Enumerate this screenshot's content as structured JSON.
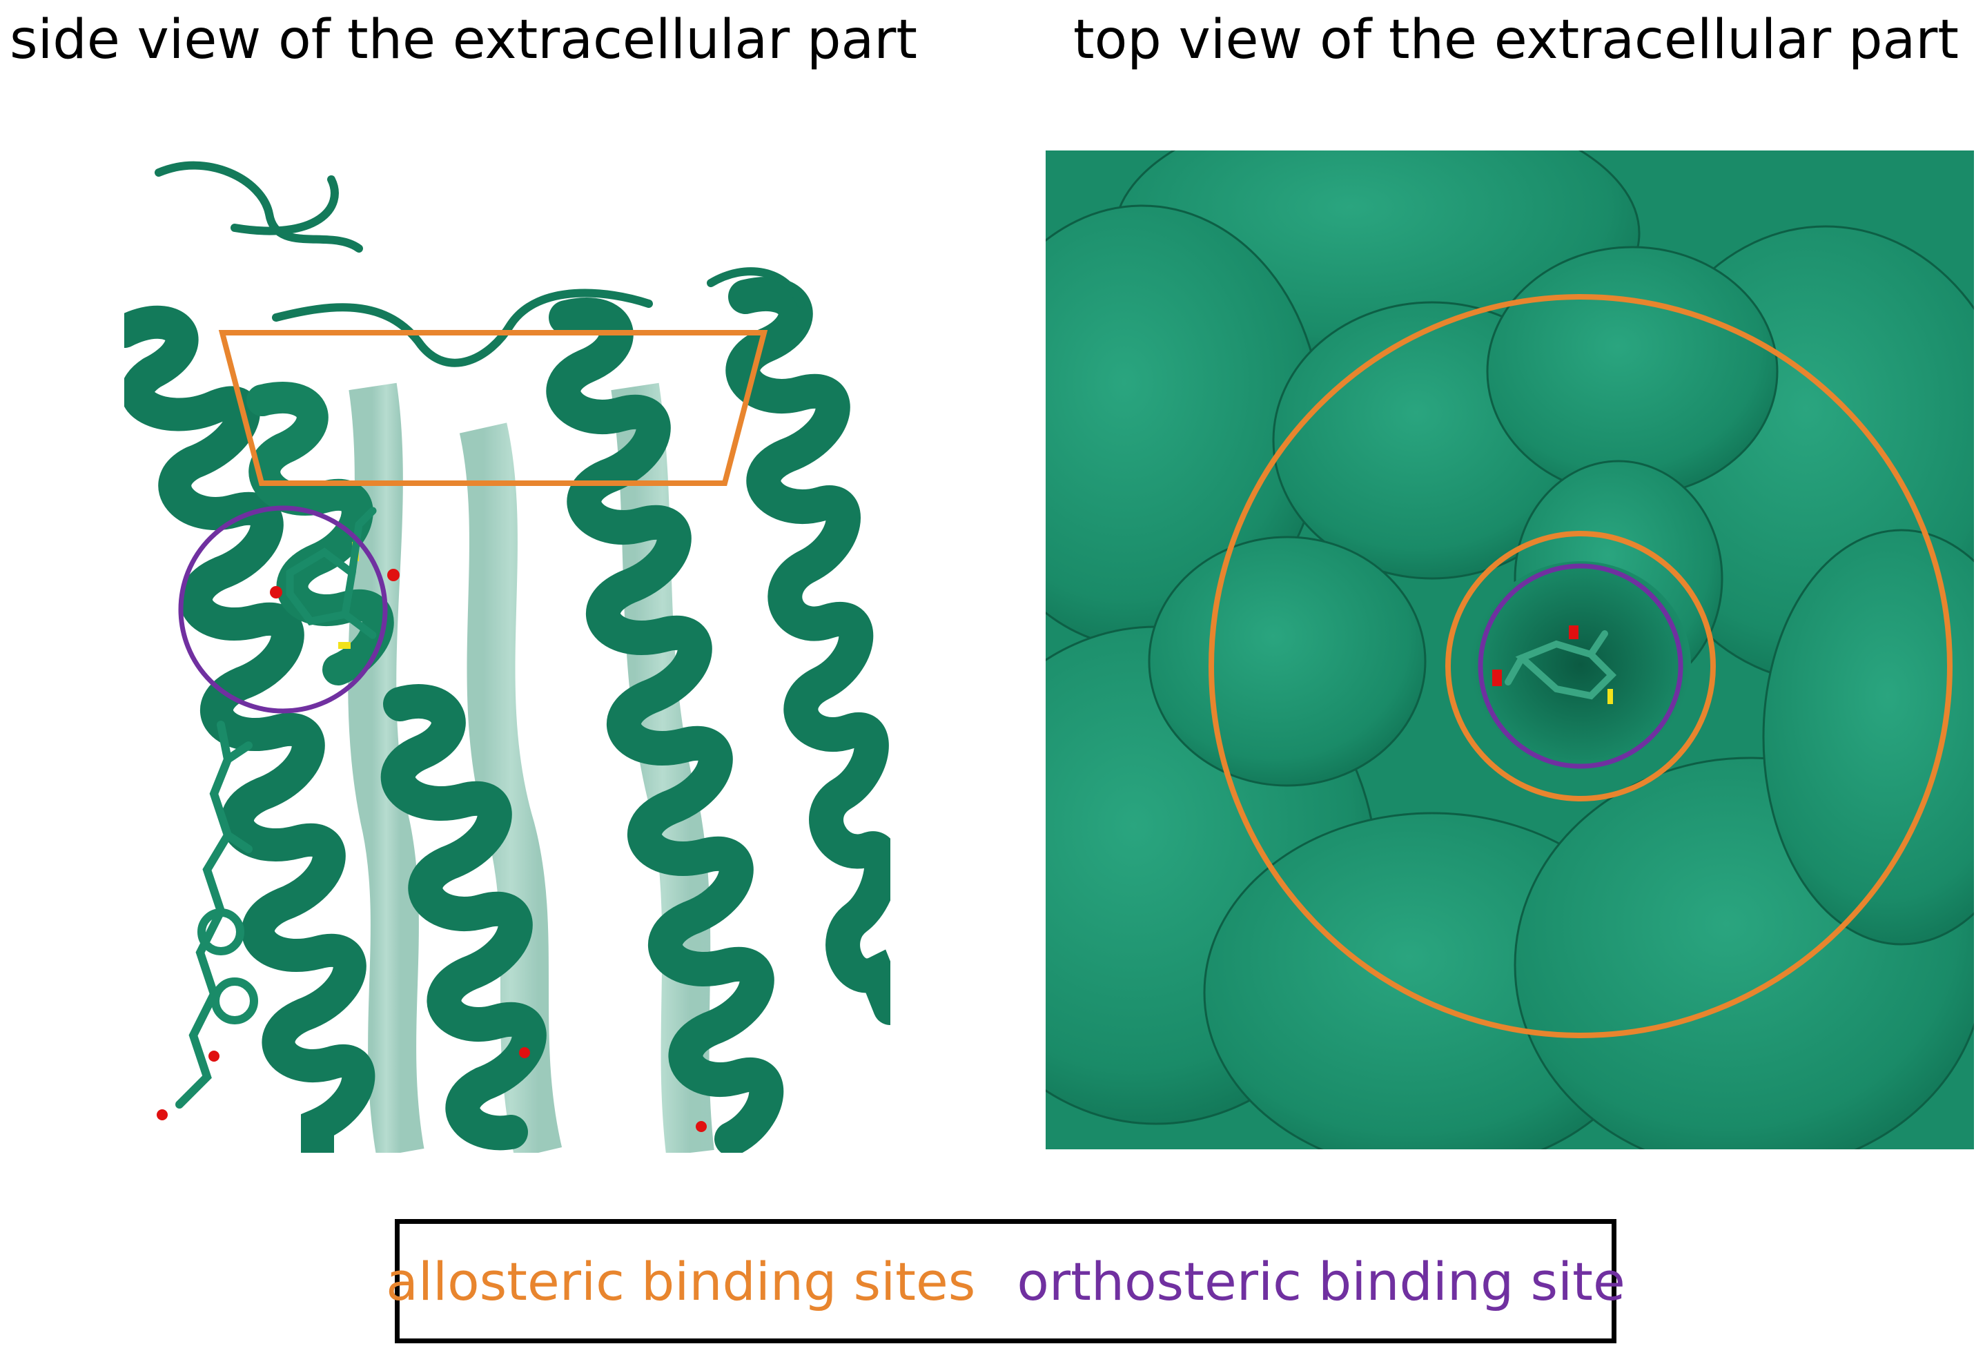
{
  "titles": {
    "left": "side view of the extracellular part",
    "right": "top view of the extracellular part"
  },
  "legend": {
    "allosteric": "allosteric binding sites",
    "orthosteric": "orthosteric binding site"
  },
  "colors": {
    "protein": "#1a8b68",
    "protein_dark": "#0f6e50",
    "protein_light": "#3aa683",
    "allosteric": "#e8852e",
    "orthosteric": "#7030a0",
    "oxygen": "#e01010",
    "sulfur": "#f2e21a",
    "nitrogen": "#2233cc"
  }
}
